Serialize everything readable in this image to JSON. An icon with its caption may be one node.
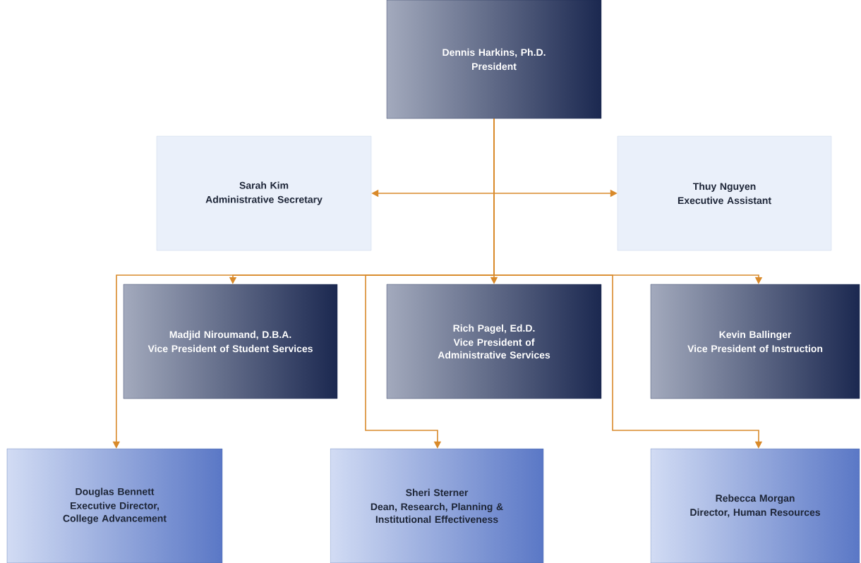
{
  "diagram": {
    "nodes": [
      {
        "text": [
          "Dennis Harkins, Ph.D.",
          "President"
        ]
      },
      {
        "text": [
          "Sarah Kim",
          "Administrative Secretary"
        ]
      },
      {
        "text": [
          "Thuy Nguyen",
          "Executive Assistant"
        ]
      },
      {
        "text": [
          "Madjid Niroumand, D.B.A.",
          "Vice President of Student Services"
        ]
      },
      {
        "text": [
          "Rich Pagel, Ed.D.",
          "Vice President of Administrative Services"
        ]
      },
      {
        "text": [
          "Kevin Ballinger",
          "Vice President of Instruction"
        ]
      },
      {
        "text": [
          "Douglas Bennett",
          "Executive Director, College Advancement"
        ]
      },
      {
        "text": [
          "Sheri Sterner",
          "Dean, Research, Planning & Institutional Effectiveness"
        ]
      },
      {
        "text": [
          "Rebecca Morgan",
          "Director, Human Resources"
        ]
      }
    ],
    "edges": [
      {
        "from": 0,
        "to": 1,
        "arrow": "to"
      },
      {
        "from": 0,
        "to": 2,
        "arrow": "to"
      },
      {
        "from": 0,
        "to": 3,
        "arrow": "to"
      },
      {
        "from": 0,
        "to": 4,
        "arrow": "to"
      },
      {
        "from": 0,
        "to": 5,
        "arrow": "to"
      },
      {
        "from": 0,
        "to": 6,
        "arrow": "to"
      },
      {
        "from": 0,
        "to": 7,
        "arrow": "to"
      },
      {
        "from": 0,
        "to": 8,
        "arrow": "to"
      }
    ]
  }
}
